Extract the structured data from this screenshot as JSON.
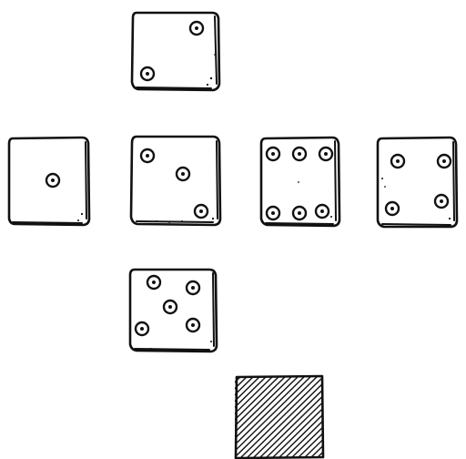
{
  "title": "",
  "dice": [
    {
      "id": "top",
      "pips": 2
    },
    {
      "id": "left",
      "pips": 1
    },
    {
      "id": "center",
      "pips": 3
    },
    {
      "id": "right-center",
      "pips": 6
    },
    {
      "id": "right",
      "pips": 4
    },
    {
      "id": "bottom",
      "pips": 5
    },
    {
      "id": "extra-hatched",
      "pips": 0,
      "shaded": true
    }
  ],
  "colors": {
    "ink": "#111111",
    "paper": "#ffffff"
  }
}
